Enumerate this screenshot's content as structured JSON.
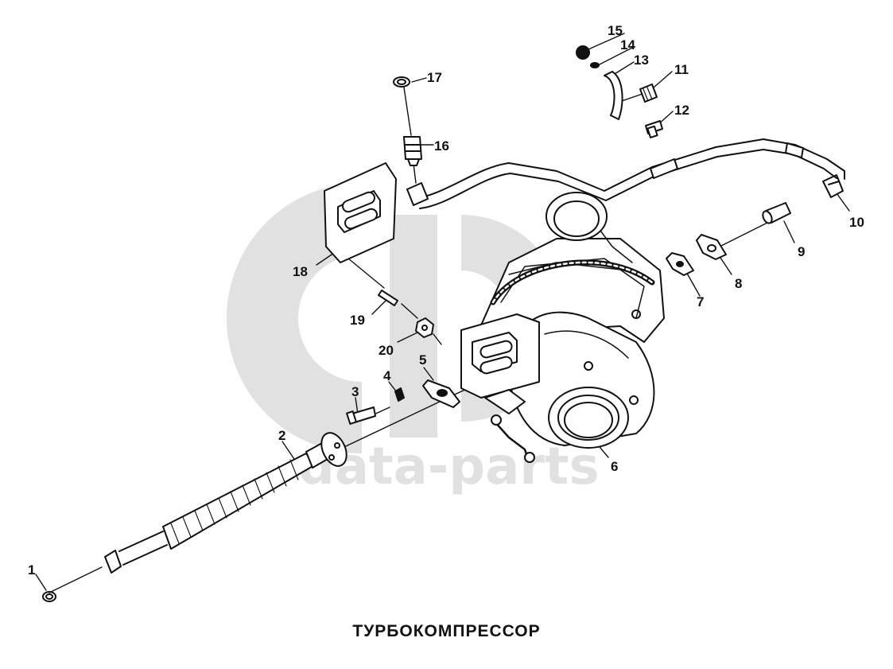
{
  "title": "ТУРБОКОМПРЕССОР",
  "watermark": {
    "text": "data-parts",
    "color": "#c9c9c9"
  },
  "callouts": [
    "1",
    "2",
    "3",
    "4",
    "5",
    "6",
    "7",
    "8",
    "9",
    "10",
    "11",
    "12",
    "13",
    "14",
    "15",
    "16",
    "17",
    "18",
    "19",
    "20"
  ],
  "colors": {
    "line": "#111111",
    "background": "#ffffff",
    "watermark": "#c9c9c9"
  }
}
